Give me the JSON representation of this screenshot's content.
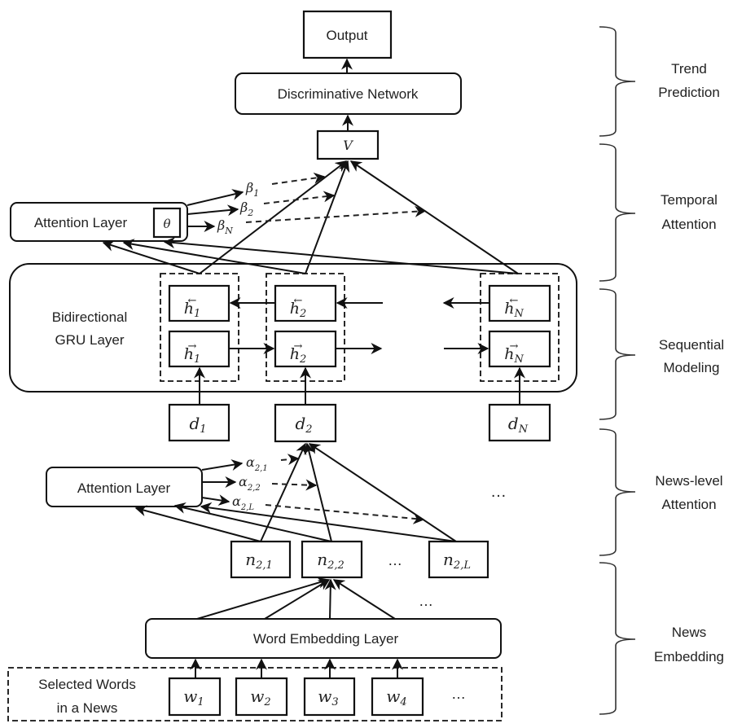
{
  "diagram": {
    "colors": {
      "stroke": "#111111",
      "text": "#222222",
      "background": "#ffffff"
    },
    "trend_prediction": {
      "output_label": "Output",
      "discriminative_label": "Discriminative Network",
      "v_label": "V"
    },
    "temporal_attention": {
      "layer_label": "Attention Layer",
      "theta_label": "θ",
      "weights": [
        {
          "sym": "β",
          "sub": "1"
        },
        {
          "sym": "β",
          "sub": "2"
        },
        {
          "sym": "β",
          "sub": "N"
        }
      ]
    },
    "sequential_modeling": {
      "layer_label_line1": "Bidirectional",
      "layer_label_line2": "GRU Layer",
      "steps": [
        {
          "sub": "1",
          "d_sub": "1"
        },
        {
          "sub": "2",
          "d_sub": "2"
        },
        {
          "sub": "N",
          "d_sub": "N"
        }
      ],
      "h_symbol": "h",
      "d_symbol": "d",
      "back_arrow": "←",
      "fwd_arrow": "→"
    },
    "news_level_attention": {
      "layer_label": "Attention Layer",
      "weights": [
        {
          "sym": "α",
          "sub": "2,1"
        },
        {
          "sym": "α",
          "sub": "2,2"
        },
        {
          "sym": "α",
          "sub": "2,L"
        }
      ],
      "ellipsis": "…"
    },
    "news_embedding": {
      "news": [
        {
          "sym": "n",
          "sub": "2,1"
        },
        {
          "sym": "n",
          "sub": "2,2"
        },
        {
          "sym": "n",
          "sub": "2,L"
        }
      ],
      "news_ellipsis": "…",
      "embedding_label": "Word Embedding Layer",
      "embedding_ellipsis": "…",
      "selected_words_line1": "Selected Words",
      "selected_words_line2": "in a News",
      "words": [
        {
          "sym": "w",
          "sub": "1"
        },
        {
          "sym": "w",
          "sub": "2"
        },
        {
          "sym": "w",
          "sub": "3"
        },
        {
          "sym": "w",
          "sub": "4"
        }
      ],
      "words_ellipsis": "…"
    },
    "stages": [
      {
        "line1": "Trend",
        "line2": "Prediction"
      },
      {
        "line1": "Temporal",
        "line2": "Attention"
      },
      {
        "line1": "Sequential",
        "line2": "Modeling"
      },
      {
        "line1": "News-level",
        "line2": "Attention"
      },
      {
        "line1": "News",
        "line2": "Embedding"
      }
    ]
  }
}
